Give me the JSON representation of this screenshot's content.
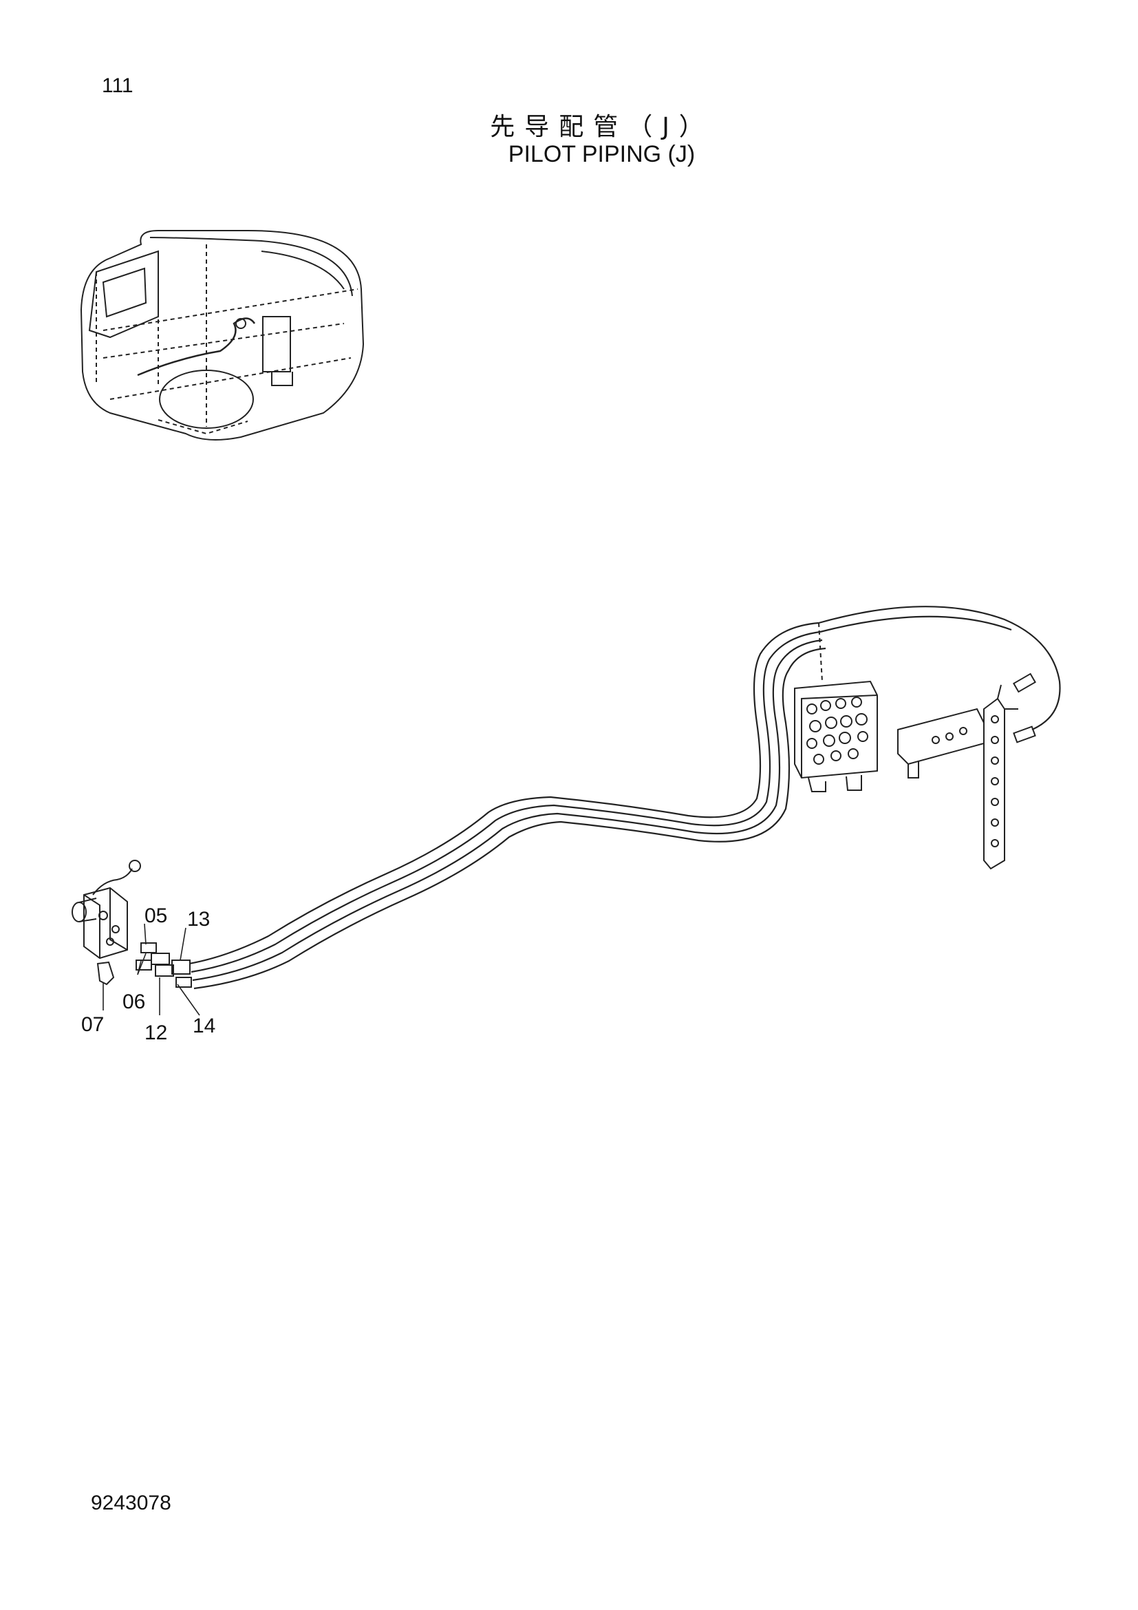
{
  "header": {
    "page_number": "111",
    "title_cn": "先导配管（J）",
    "title_en": "PILOT PIPING (J)"
  },
  "footer": {
    "document_code": "9243078"
  },
  "callouts": [
    {
      "id": "c05",
      "label": "05"
    },
    {
      "id": "c13",
      "label": "13"
    },
    {
      "id": "c06",
      "label": "06"
    },
    {
      "id": "c07",
      "label": "07"
    },
    {
      "id": "c12",
      "label": "12"
    },
    {
      "id": "c14",
      "label": "14"
    }
  ]
}
